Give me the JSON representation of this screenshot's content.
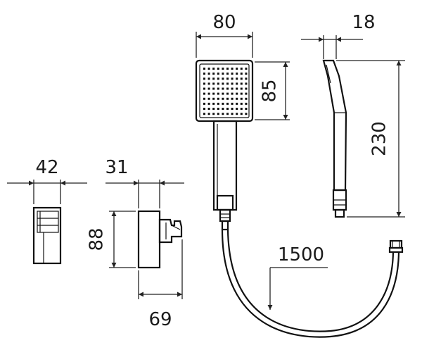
{
  "dimensions": {
    "holder_width": "42",
    "bracket_width": "31",
    "bracket_height": "88",
    "bracket_depth": "69",
    "head_width": "80",
    "head_height": "85",
    "handle_thickness": "18",
    "handshower_length": "230",
    "hose_length": "1500"
  }
}
